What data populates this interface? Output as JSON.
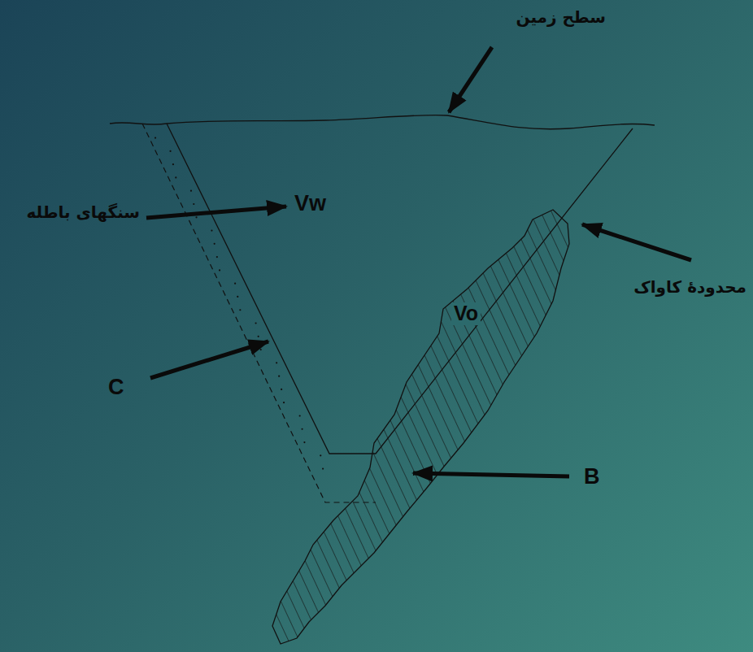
{
  "diagram": {
    "labels": [
      "سطح زمین",
      "سنگهای باطله",
      "Vw",
      "محدودهٔ کاواک",
      "Vo",
      "C",
      "B"
    ]
  }
}
